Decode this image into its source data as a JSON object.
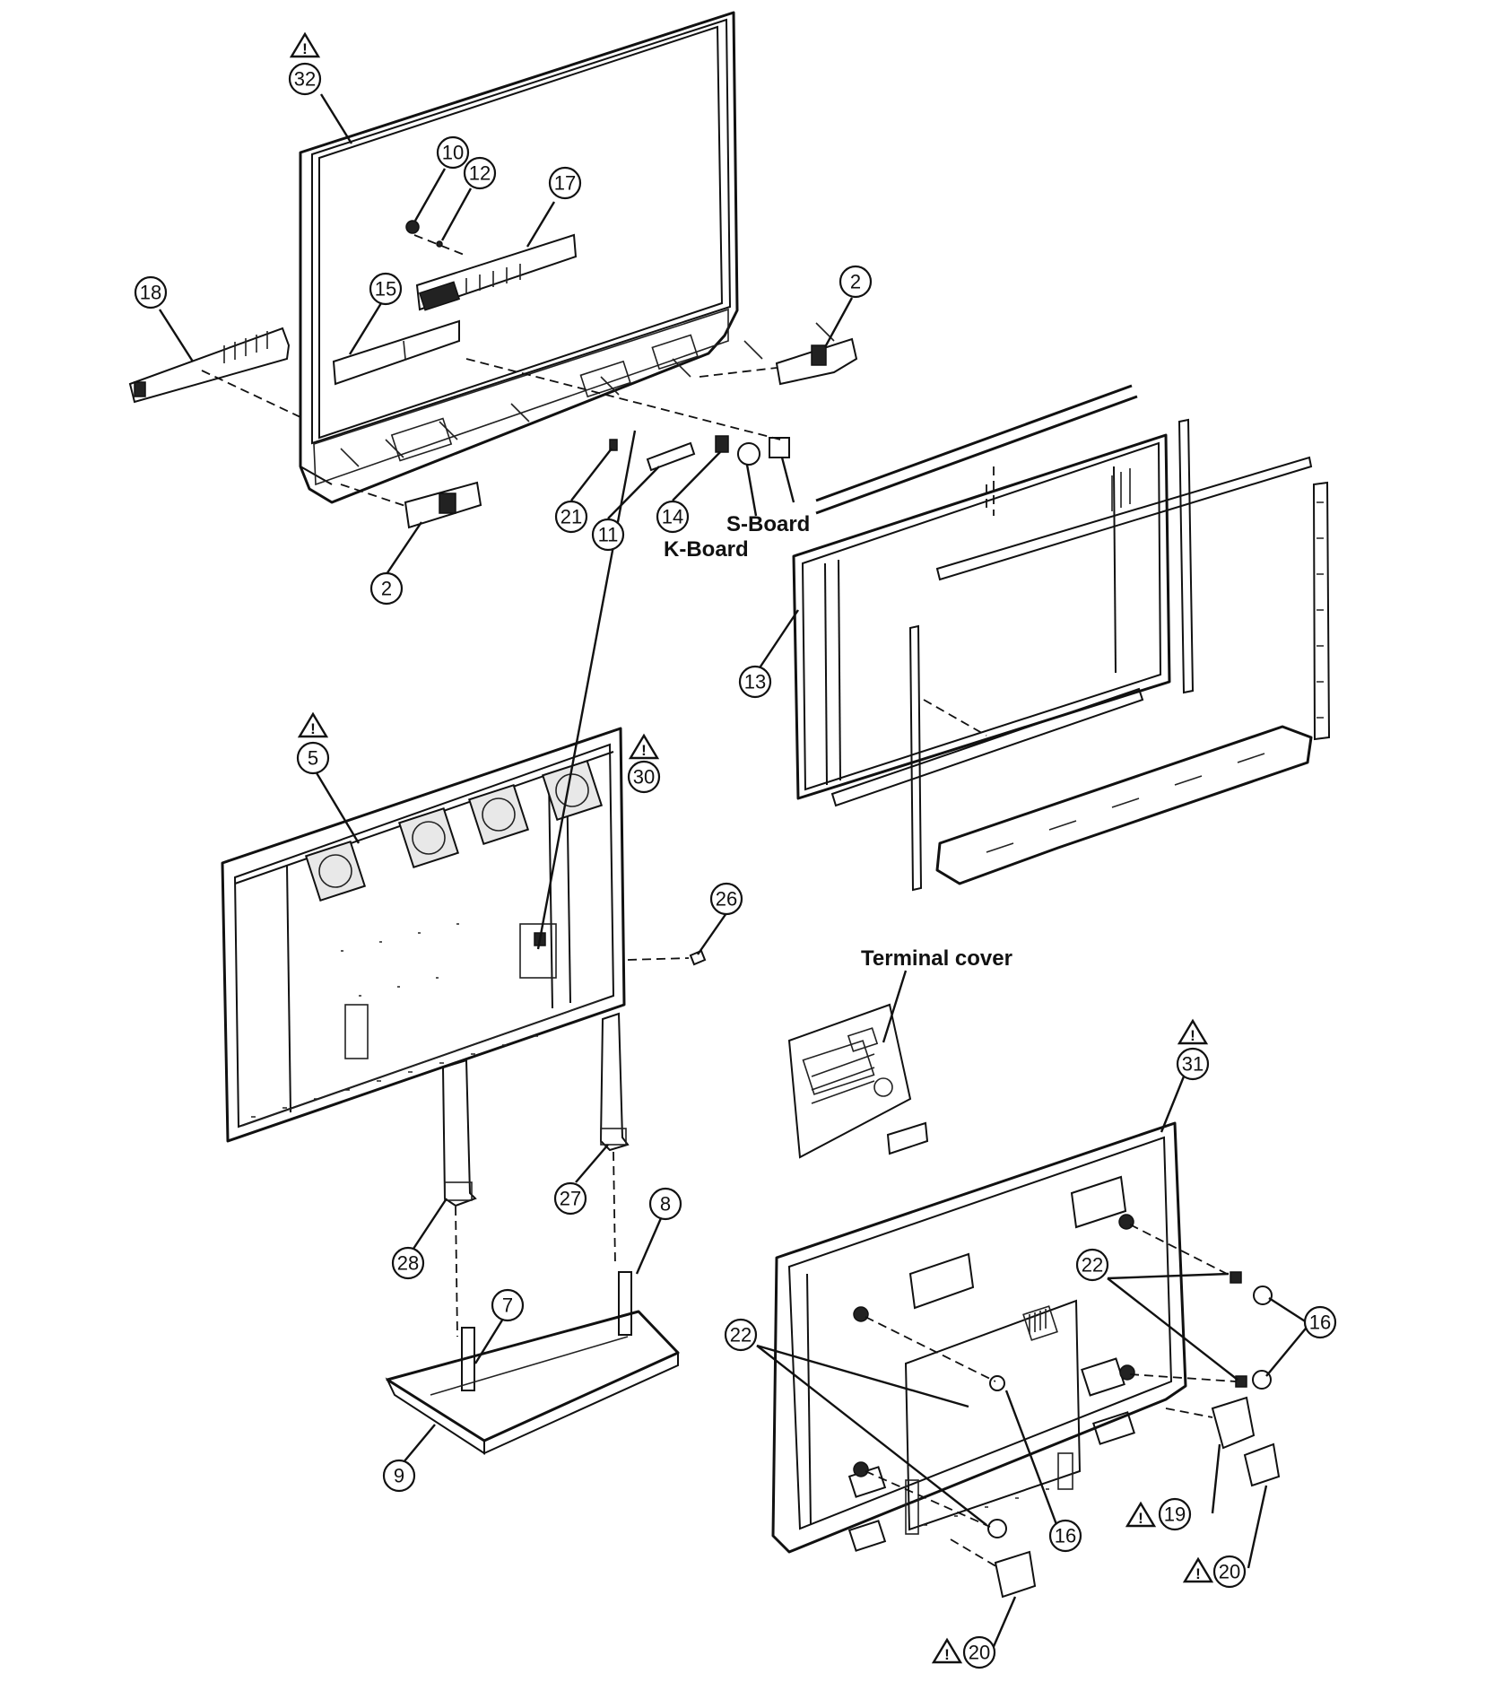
{
  "labels": {
    "s_board": "S-Board",
    "k_board": "K-Board",
    "terminal_cover": "Terminal cover"
  },
  "callouts": {
    "p32": "32",
    "p10": "10",
    "p12": "12",
    "p17": "17",
    "p18": "18",
    "p15": "15",
    "p2a": "2",
    "p2b": "2",
    "p21": "21",
    "p11": "11",
    "p14": "14",
    "p13": "13",
    "p5": "5",
    "p30": "30",
    "p26": "26",
    "p31": "31",
    "p27": "27",
    "p28": "28",
    "p8": "8",
    "p7": "7",
    "p9": "9",
    "p22a": "22",
    "p22b": "22",
    "p16a": "16",
    "p16b": "16",
    "p19": "19",
    "p20a": "20",
    "p20b": "20"
  },
  "warning_symbol": "!"
}
